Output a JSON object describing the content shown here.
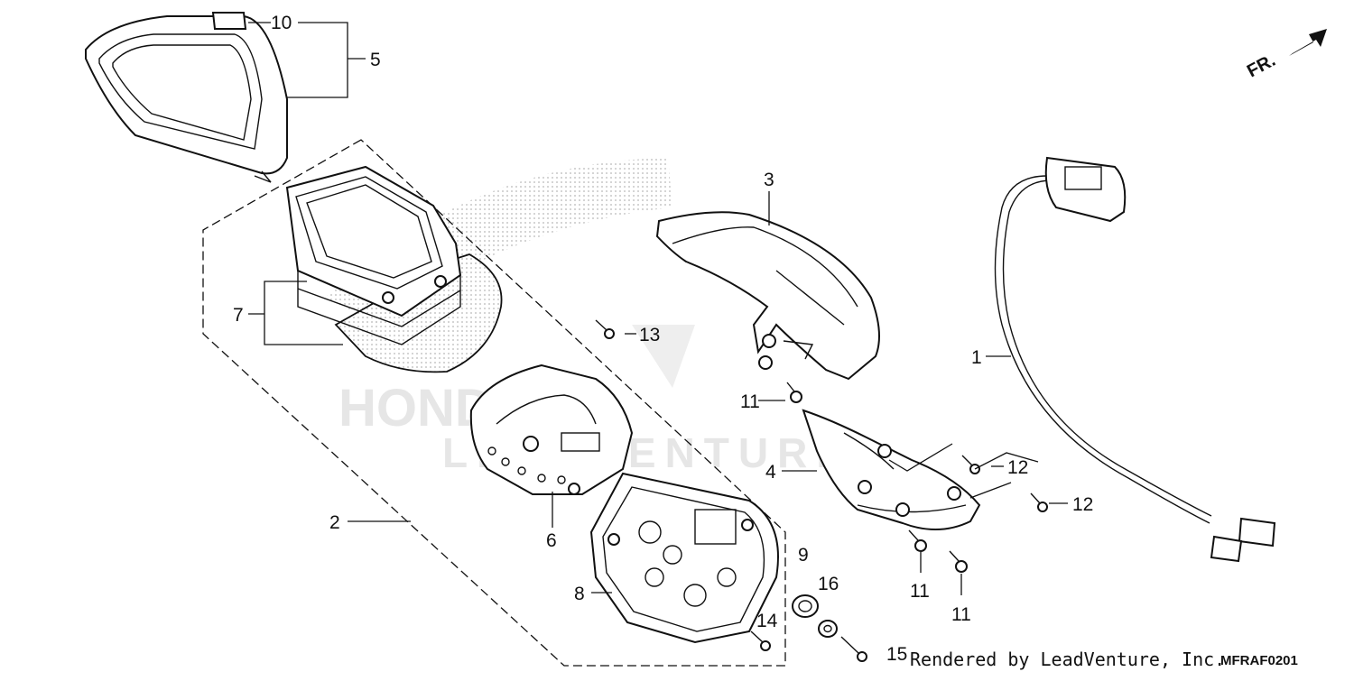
{
  "diagram": {
    "callouts": {
      "c1": "1",
      "c2": "2",
      "c3": "3",
      "c4": "4",
      "c5": "5",
      "c6": "6",
      "c7": "7",
      "c8": "8",
      "c9": "9",
      "c10": "10",
      "c11a": "11",
      "c11b": "11",
      "c11c": "11",
      "c12a": "12",
      "c12b": "12",
      "c13": "13",
      "c14": "14",
      "c15": "15",
      "c16": "16"
    },
    "direction_label": "FR.",
    "credit": "Rendered by LeadVenture, Inc.",
    "diagram_code": "MFRAF0201",
    "watermark": {
      "brand": "HONDA",
      "company": "LEADVENTURE"
    },
    "colors": {
      "line": "#111111",
      "watermark": "#e6e6e6",
      "background": "#ffffff"
    }
  }
}
